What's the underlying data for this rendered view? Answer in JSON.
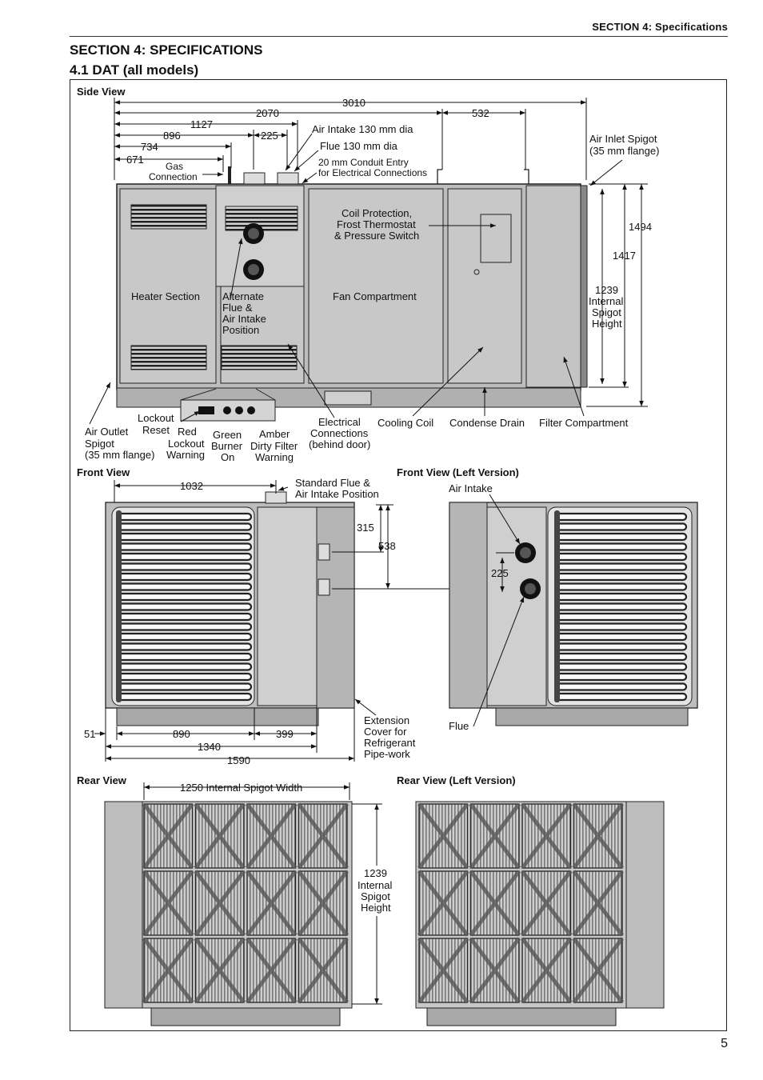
{
  "header": {
    "running_head": "SECTION 4: Specifications"
  },
  "section_title": "SECTION 4: SPECIFICATIONS",
  "subsection_title": "4.1 DAT (all models)",
  "page_number": "5",
  "views": {
    "side": "Side View",
    "front": "Front View",
    "front_left": "Front View (Left Version)",
    "rear": "Rear View",
    "rear_left": "Rear View (Left Version)"
  },
  "side_view": {
    "dims": {
      "d3010": "3010",
      "d2070": "2070",
      "d1127": "1127",
      "d896": "896",
      "d734": "734",
      "d671": "671",
      "d225": "225",
      "d532": "532",
      "d1494": "1494",
      "d1417": "1417"
    },
    "labels": {
      "air_intake": "Air Intake 130 mm dia",
      "flue": "Flue 130 mm dia",
      "conduit_1": "20 mm Conduit Entry",
      "conduit_2": "for Electrical Connections",
      "gas_1": "Gas",
      "gas_2": "Connection",
      "air_inlet_1": "Air Inlet Spigot",
      "air_inlet_2": "(35 mm flange)",
      "coil_1": "Coil Protection,",
      "coil_2": "Frost Thermostat",
      "coil_3": "& Pressure Switch",
      "heater_section": "Heater Section",
      "fan_compartment": "Fan Compartment",
      "alt_1": "Alternate",
      "alt_2": "Flue &",
      "alt_3": "Air Intake",
      "alt_4": "Position",
      "spigot_1": "1239",
      "spigot_2": "Internal",
      "spigot_3": "Spigot",
      "spigot_4": "Height",
      "lockout_reset_1": "Lockout",
      "lockout_reset_2": "Reset",
      "red_1": "Red",
      "red_2": "Lockout",
      "red_3": "Warning",
      "green_1": "Green",
      "green_2": "Burner",
      "green_3": "On",
      "amber_1": "Amber",
      "amber_2": "Dirty Filter",
      "amber_3": "Warning",
      "outlet_1": "Air Outlet",
      "outlet_2": "Spigot",
      "outlet_3": "(35 mm flange)",
      "elec_1": "Electrical",
      "elec_2": "Connections",
      "elec_3": "(behind door)",
      "cooling_coil": "Cooling Coil",
      "condense_drain": "Condense Drain",
      "filter_compartment": "Filter Compartment"
    }
  },
  "front_view": {
    "dims": {
      "d1032": "1032",
      "d315": "315",
      "d538": "538",
      "d51": "51",
      "d890": "890",
      "d399": "399",
      "d1340": "1340",
      "d1590": "1590",
      "d225": "225"
    },
    "labels": {
      "std_flue_1": "Standard Flue &",
      "std_flue_2": "Air Intake Position",
      "ext_1": "Extension",
      "ext_2": "Cover for",
      "ext_3": "Refrigerant",
      "ext_4": "Pipe-work",
      "air_intake": "Air Intake",
      "flue": "Flue"
    }
  },
  "rear_view": {
    "labels": {
      "spigot_width": "1250 Internal Spigot Width",
      "h_1": "1239",
      "h_2": "Internal",
      "h_3": "Spigot",
      "h_4": "Height"
    }
  }
}
